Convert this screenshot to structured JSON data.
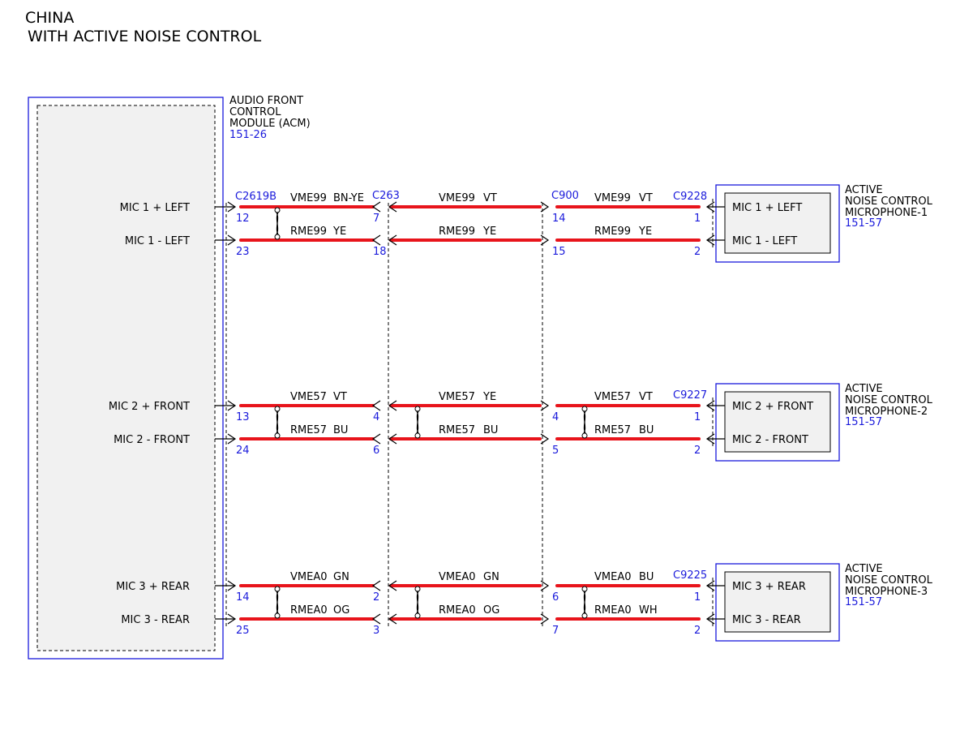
{
  "title": {
    "line1": "CHINA",
    "line2": "WITH ACTIVE NOISE CONTROL"
  },
  "acm": {
    "name_lines": [
      "AUDIO FRONT",
      "CONTROL",
      "MODULE (ACM)"
    ],
    "ref": "151-26",
    "connector": "C2619B"
  },
  "inline_connectors": [
    "C263",
    "C900"
  ],
  "microphones": [
    {
      "name_lines": [
        "ACTIVE",
        "NOISE CONTROL",
        "MICROPHONE-1"
      ],
      "ref": "151-57",
      "connector": "C9228",
      "acm_labels": [
        "MIC 1 + LEFT",
        "MIC 1 - LEFT"
      ],
      "mic_labels": [
        "MIC 1 + LEFT",
        "MIC 1 - LEFT"
      ],
      "wires": [
        {
          "acm_pin": "12",
          "c263_pin": "7",
          "c900_pin": "14",
          "mic_pin": "1",
          "seg1": {
            "circuit": "VME99",
            "color": "BN-YE"
          },
          "seg2": {
            "circuit": "VME99",
            "color": "VT"
          },
          "seg3": {
            "circuit": "VME99",
            "color": "VT"
          }
        },
        {
          "acm_pin": "23",
          "c263_pin": "18",
          "c900_pin": "15",
          "mic_pin": "2",
          "seg1": {
            "circuit": "RME99",
            "color": "YE"
          },
          "seg2": {
            "circuit": "RME99",
            "color": "YE"
          },
          "seg3": {
            "circuit": "RME99",
            "color": "YE"
          }
        }
      ],
      "twisted": [
        true,
        false,
        false
      ]
    },
    {
      "name_lines": [
        "ACTIVE",
        "NOISE CONTROL",
        "MICROPHONE-2"
      ],
      "ref": "151-57",
      "connector": "C9227",
      "acm_labels": [
        "MIC 2 + FRONT",
        "MIC 2 - FRONT"
      ],
      "mic_labels": [
        "MIC 2 + FRONT",
        "MIC 2 - FRONT"
      ],
      "wires": [
        {
          "acm_pin": "13",
          "c263_pin": "4",
          "c900_pin": "4",
          "mic_pin": "1",
          "seg1": {
            "circuit": "VME57",
            "color": "VT"
          },
          "seg2": {
            "circuit": "VME57",
            "color": "YE"
          },
          "seg3": {
            "circuit": "VME57",
            "color": "VT"
          }
        },
        {
          "acm_pin": "24",
          "c263_pin": "6",
          "c900_pin": "5",
          "mic_pin": "2",
          "seg1": {
            "circuit": "RME57",
            "color": "BU"
          },
          "seg2": {
            "circuit": "RME57",
            "color": "BU"
          },
          "seg3": {
            "circuit": "RME57",
            "color": "BU"
          }
        }
      ],
      "twisted": [
        true,
        true,
        true
      ]
    },
    {
      "name_lines": [
        "ACTIVE",
        "NOISE CONTROL",
        "MICROPHONE-3"
      ],
      "ref": "151-57",
      "connector": "C9225",
      "acm_labels": [
        "MIC 3 + REAR",
        "MIC 3 - REAR"
      ],
      "mic_labels": [
        "MIC 3 + REAR",
        "MIC 3 - REAR"
      ],
      "wires": [
        {
          "acm_pin": "14",
          "c263_pin": "2",
          "c900_pin": "6",
          "mic_pin": "1",
          "seg1": {
            "circuit": "VMEA0",
            "color": "GN"
          },
          "seg2": {
            "circuit": "VMEA0",
            "color": "GN"
          },
          "seg3": {
            "circuit": "VMEA0",
            "color": "BU"
          }
        },
        {
          "acm_pin": "25",
          "c263_pin": "3",
          "c900_pin": "7",
          "mic_pin": "2",
          "seg1": {
            "circuit": "RMEA0",
            "color": "OG"
          },
          "seg2": {
            "circuit": "RMEA0",
            "color": "OG"
          },
          "seg3": {
            "circuit": "RMEA0",
            "color": "WH"
          }
        }
      ],
      "twisted": [
        true,
        true,
        true
      ]
    }
  ],
  "colors": {
    "wire": "#e8141b",
    "connector_text": "#1a1adb",
    "frame": "#1a1adb"
  }
}
